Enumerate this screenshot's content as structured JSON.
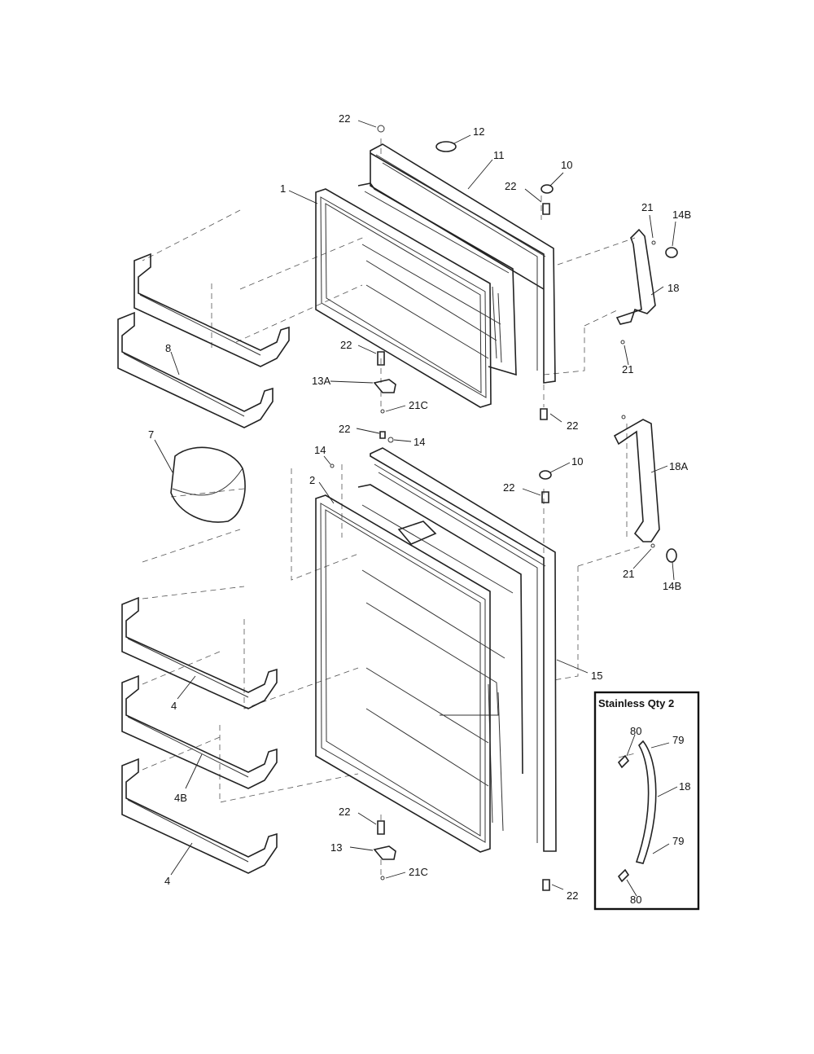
{
  "callouts": {
    "c22_top": "22",
    "c12": "12",
    "c11": "11",
    "c10_top": "10",
    "c22_a": "22",
    "c1": "1",
    "c21_a": "21",
    "c14B_a": "14B",
    "c18_top": "18",
    "c8": "8",
    "c22_b": "22",
    "c21_b": "21",
    "c13A": "13A",
    "c21C_a": "21C",
    "c22_c": "22",
    "c22_d": "22",
    "c14_a": "14",
    "c7": "7",
    "c14_b": "14",
    "c2": "2",
    "c10_b": "10",
    "c22_e": "22",
    "c18A": "18A",
    "c21_c": "21",
    "c14B_b": "14B",
    "c15": "15",
    "c4_a": "4",
    "c4B": "4B",
    "c4_b": "4",
    "c22_f": "22",
    "c13": "13",
    "c21C_b": "21C",
    "c22_g": "22"
  },
  "inset": {
    "title": "Stainless  Qty 2",
    "c80_a": "80",
    "c79_a": "79",
    "c18": "18",
    "c79_b": "79",
    "c80_b": "80"
  }
}
